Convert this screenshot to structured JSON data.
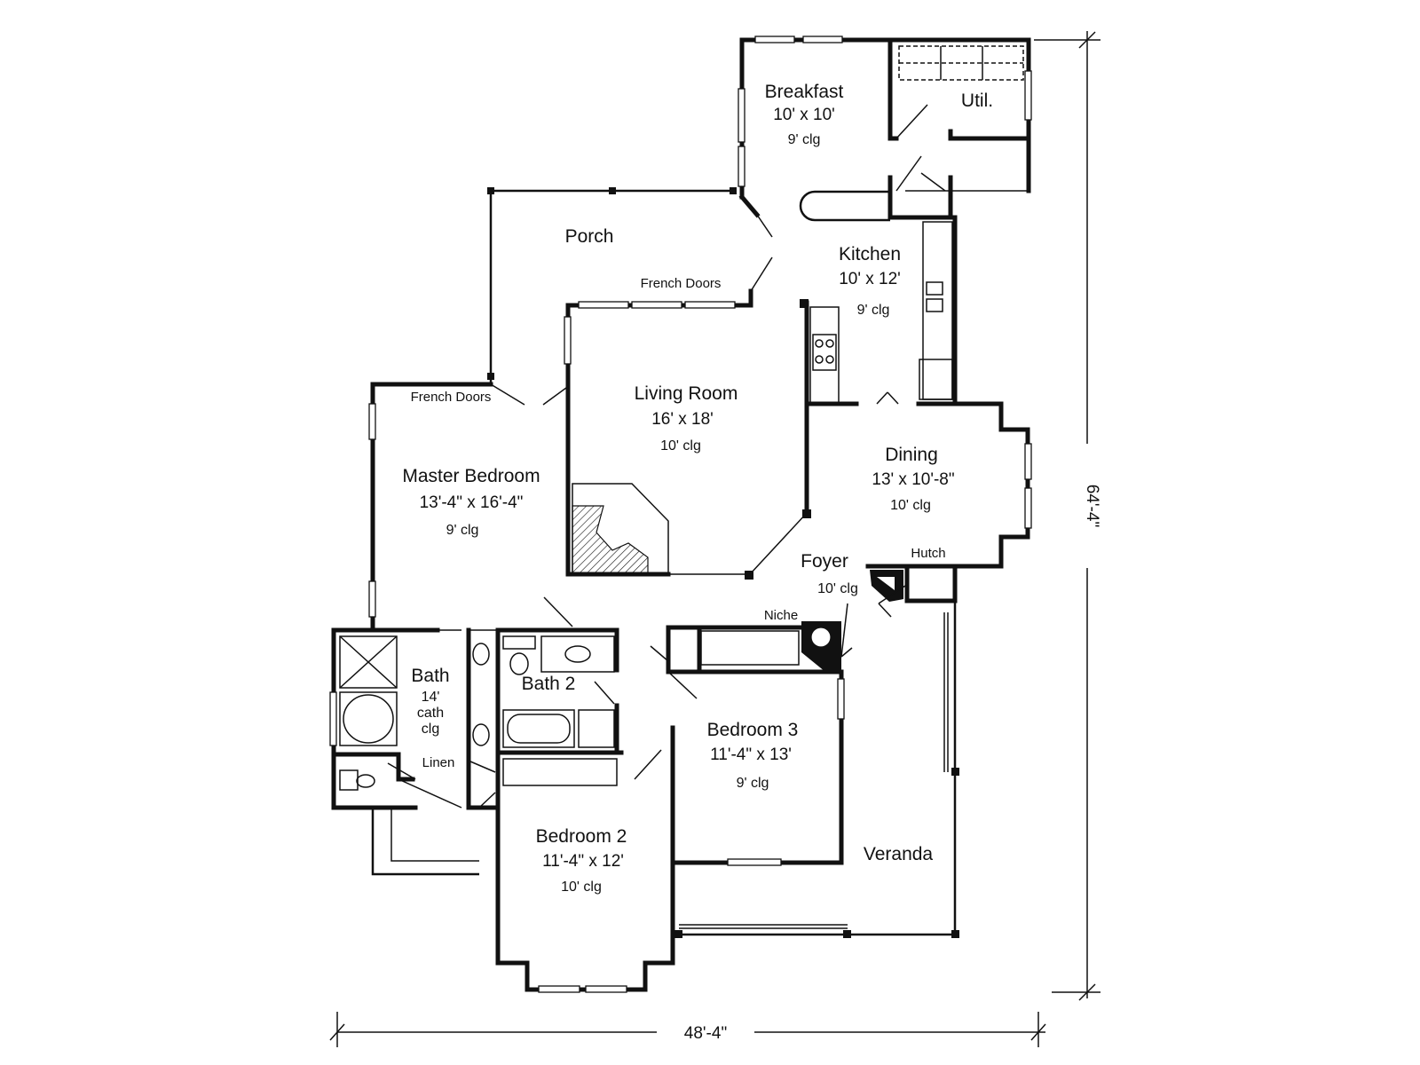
{
  "plan": {
    "rooms": {
      "breakfast": {
        "name": "Breakfast",
        "size": "10' x 10'",
        "ceiling": "9' clg"
      },
      "util": {
        "name": "Util."
      },
      "porch": {
        "name": "Porch"
      },
      "kitchen": {
        "name": "Kitchen",
        "size": "10' x 12'",
        "ceiling": "9' clg"
      },
      "living": {
        "name": "Living Room",
        "size": "16' x 18'",
        "ceiling": "10' clg"
      },
      "master": {
        "name": "Master Bedroom",
        "size": "13'-4\" x 16'-4\"",
        "ceiling": "9' clg"
      },
      "dining": {
        "name": "Dining",
        "size": "13' x 10'-8\"",
        "ceiling": "10' clg"
      },
      "foyer": {
        "name": "Foyer",
        "ceiling": "10' clg"
      },
      "bath": {
        "name": "Bath",
        "line1": "14'",
        "line2": "cath",
        "line3": "clg"
      },
      "bath2": {
        "name": "Bath 2"
      },
      "bedroom3": {
        "name": "Bedroom 3",
        "size": "11'-4\" x 13'",
        "ceiling": "9' clg"
      },
      "bedroom2": {
        "name": "Bedroom 2",
        "size": "11'-4\" x 12'",
        "ceiling": "10' clg"
      },
      "veranda": {
        "name": "Veranda"
      }
    },
    "labels": {
      "french_doors_porch": "French Doors",
      "french_doors_master": "French Doors",
      "hutch": "Hutch",
      "niche": "Niche",
      "linen": "Linen"
    },
    "dimensions": {
      "width": "48'-4\"",
      "depth": "64'-4\""
    }
  }
}
